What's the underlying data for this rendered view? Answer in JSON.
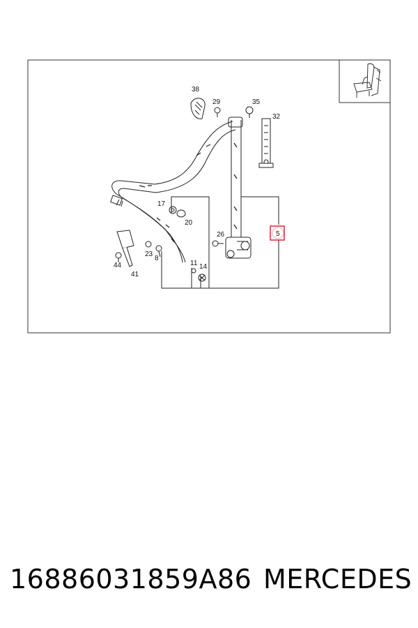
{
  "diagram": {
    "callouts": {
      "c38": "38",
      "c29": "29",
      "c35": "35",
      "c32": "32",
      "c17": "17",
      "c20": "20",
      "c26": "26",
      "c5": "5",
      "c23": "23",
      "c8": "8",
      "c44": "44",
      "c41": "41",
      "c11": "11",
      "c14": "14"
    },
    "highlighted_callout": "5",
    "colors": {
      "line": "#222222",
      "frame": "#333333",
      "highlight": "#e0263c"
    },
    "seat_thumbnail_icon": "seat-icon"
  },
  "footer": {
    "part_number": "16886031859A86",
    "manufacturer": "MERCEDES"
  }
}
